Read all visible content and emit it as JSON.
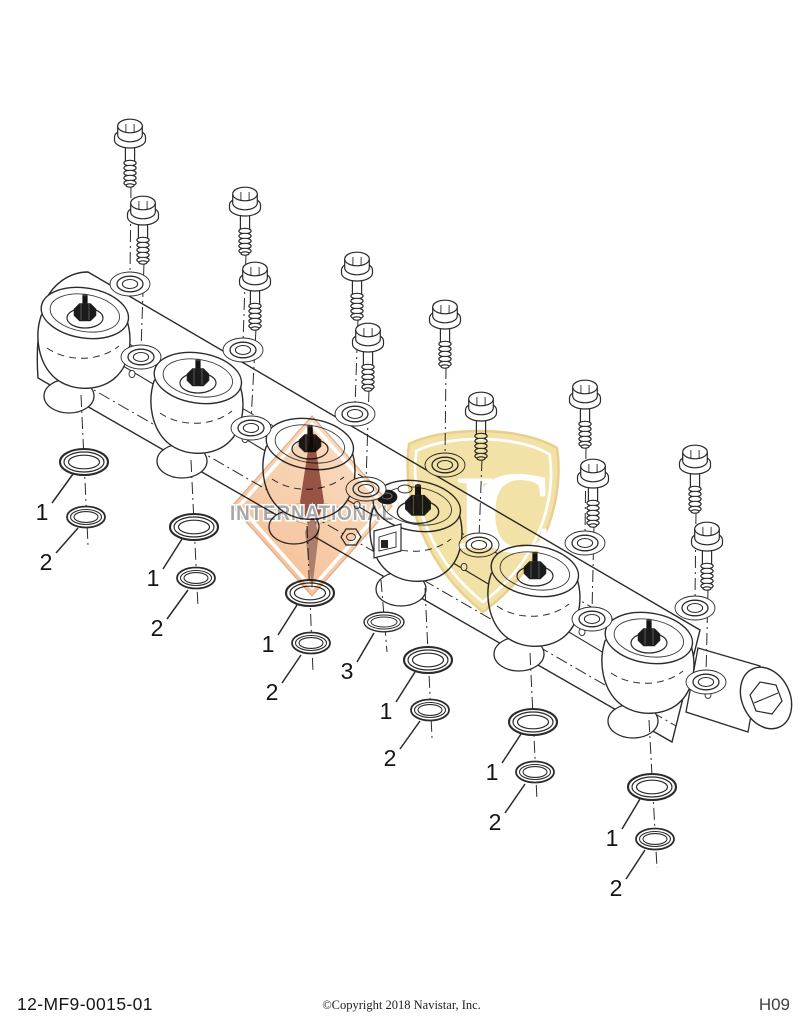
{
  "footer": {
    "part_number": "12-MF9-0015-01",
    "copyright": "©Copyright 2018 Navistar, Inc.",
    "grid_ref": "H09"
  },
  "watermark": {
    "brand_text": "INTERNATIONAL",
    "monogram_i": "I",
    "monogram_c": "C",
    "diamond_color_light": "#fbdcc0",
    "diamond_color_dark": "#f2b285",
    "needle_color": "#8c4130",
    "shield_color": "#f2df9e",
    "shield_edge_color": "#e6cb80"
  },
  "diagram": {
    "description": "Exploded view - rocker shaft pedestal / rail assembly with flange bolts and seal rings",
    "bolt_count": 12,
    "legend": [
      {
        "callout": "1",
        "part": "o-ring-large",
        "qty": 6
      },
      {
        "callout": "2",
        "part": "o-ring-small",
        "qty": 6
      },
      {
        "callout": "3",
        "part": "o-ring-center",
        "qty": 1
      }
    ],
    "callouts": [
      {
        "label": "1"
      },
      {
        "label": "2"
      },
      {
        "label": "1"
      },
      {
        "label": "2"
      },
      {
        "label": "1"
      },
      {
        "label": "2"
      },
      {
        "label": "3"
      },
      {
        "label": "1"
      },
      {
        "label": "2"
      },
      {
        "label": "1"
      },
      {
        "label": "2"
      },
      {
        "label": "1"
      },
      {
        "label": "2"
      }
    ]
  }
}
